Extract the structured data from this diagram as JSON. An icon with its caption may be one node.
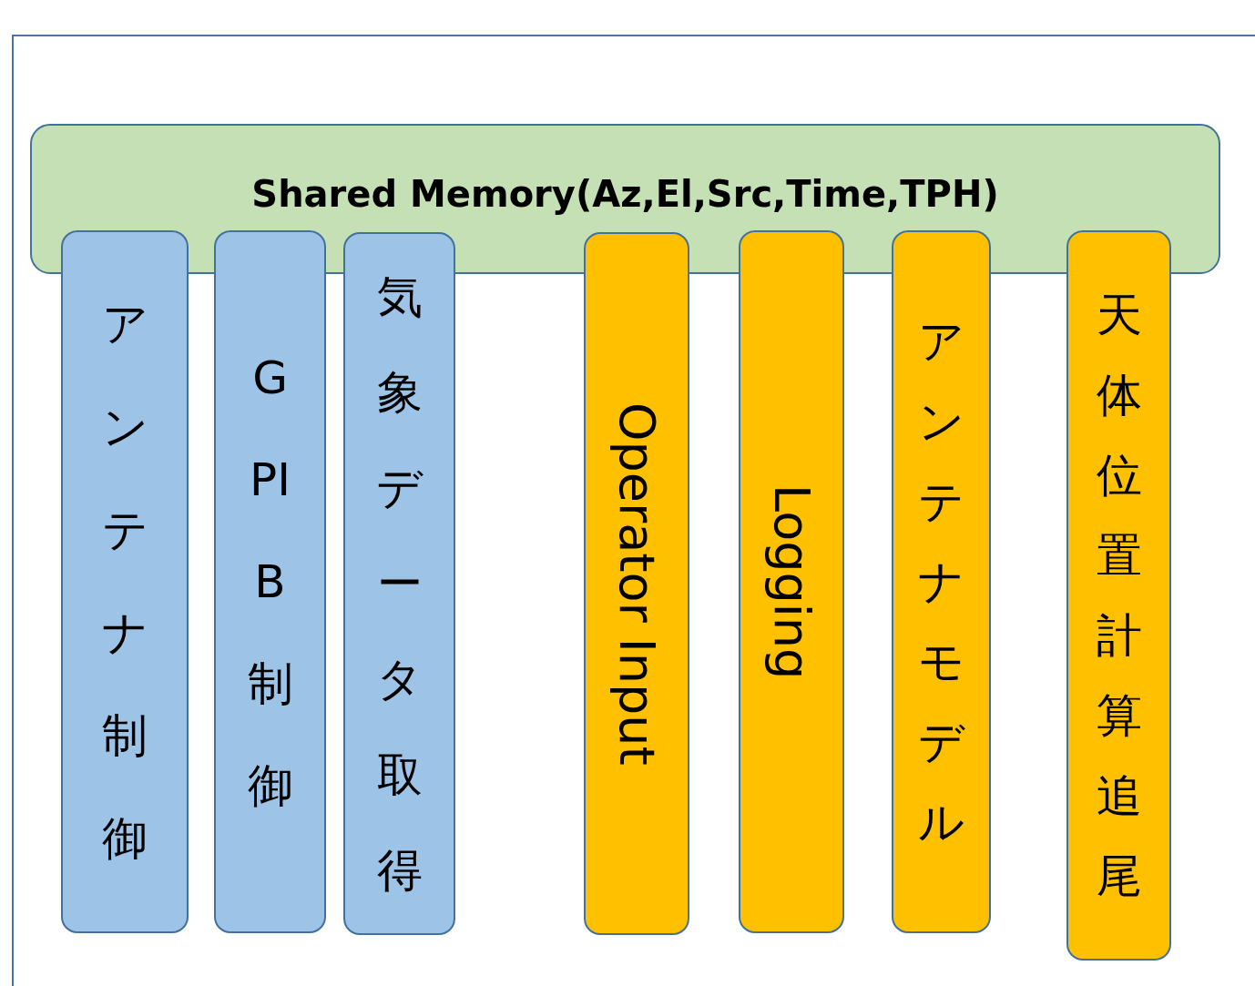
{
  "diagram": {
    "nodes": [
      {
        "text": [],
        "shape": "box"
      },
      {
        "text": [
          "Shared Memory(Az,El,Src,Time,TPH)"
        ],
        "in": 0
      },
      {
        "text": [
          "アンテナ制御"
        ],
        "in": 0
      },
      {
        "text": [
          "GPIB制御"
        ],
        "in": 0
      },
      {
        "text": [
          "気象データ取得"
        ],
        "in": 0
      },
      {
        "text": [
          "Operator Input"
        ],
        "in": 0
      },
      {
        "text": [
          "Logging"
        ],
        "in": 0
      },
      {
        "text": [
          "アンテナモデル"
        ],
        "in": 0
      },
      {
        "text": [
          "天体位置計算追尾"
        ],
        "in": 0
      }
    ]
  }
}
